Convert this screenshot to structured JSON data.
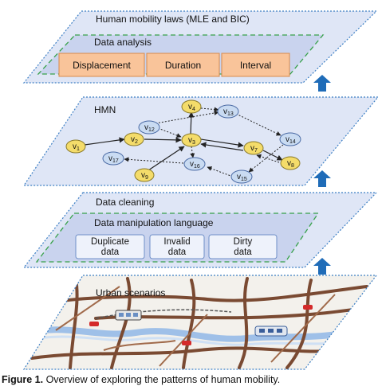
{
  "layer1": {
    "title": "Human mobility laws (MLE and BIC)",
    "box_title": "Data analysis",
    "buttons": [
      "Displacement",
      "Duration",
      "Interval"
    ]
  },
  "layer2": {
    "title": "HMN",
    "nodes": [
      {
        "base": "v",
        "sub": "1",
        "type": "yellow"
      },
      {
        "base": "v",
        "sub": "2",
        "type": "yellow"
      },
      {
        "base": "v",
        "sub": "3",
        "type": "yellow"
      },
      {
        "base": "v",
        "sub": "4",
        "type": "yellow"
      },
      {
        "base": "v",
        "sub": "7",
        "type": "yellow"
      },
      {
        "base": "v",
        "sub": "8",
        "type": "yellow"
      },
      {
        "base": "v",
        "sub": "9",
        "type": "yellow"
      },
      {
        "base": "v",
        "sub": "12",
        "type": "blue"
      },
      {
        "base": "v",
        "sub": "13",
        "type": "blue"
      },
      {
        "base": "v",
        "sub": "14",
        "type": "blue"
      },
      {
        "base": "v",
        "sub": "15",
        "type": "blue"
      },
      {
        "base": "v",
        "sub": "16",
        "type": "blue"
      },
      {
        "base": "v",
        "sub": "17",
        "type": "blue"
      }
    ]
  },
  "layer3": {
    "title": "Data cleaning",
    "box_title": "Data manipulation language",
    "buttons": [
      {
        "line1": "Duplicate",
        "line2": "data"
      },
      {
        "line1": "Invalid",
        "line2": "data"
      },
      {
        "line1": "Dirty",
        "line2": "data"
      }
    ]
  },
  "layer4": {
    "title": "Urban scenarios"
  },
  "caption": {
    "label": "Figure 1.",
    "text": " Overview of exploring the patterns of human mobility."
  },
  "colors": {
    "layer_fill": "#dfe6f6",
    "layer_border": "#3d7fc4",
    "inner_fill": "#c9d3ee",
    "inner_border": "#37a14a",
    "orange": "#f9c49a",
    "orange_border": "#d98a4a",
    "yellow_node": "#f4dc6a",
    "blue_node": "#c9dbf2",
    "arrow": "#1f6cb8",
    "road": "#7a4a32",
    "river": "#9fc0e8"
  }
}
